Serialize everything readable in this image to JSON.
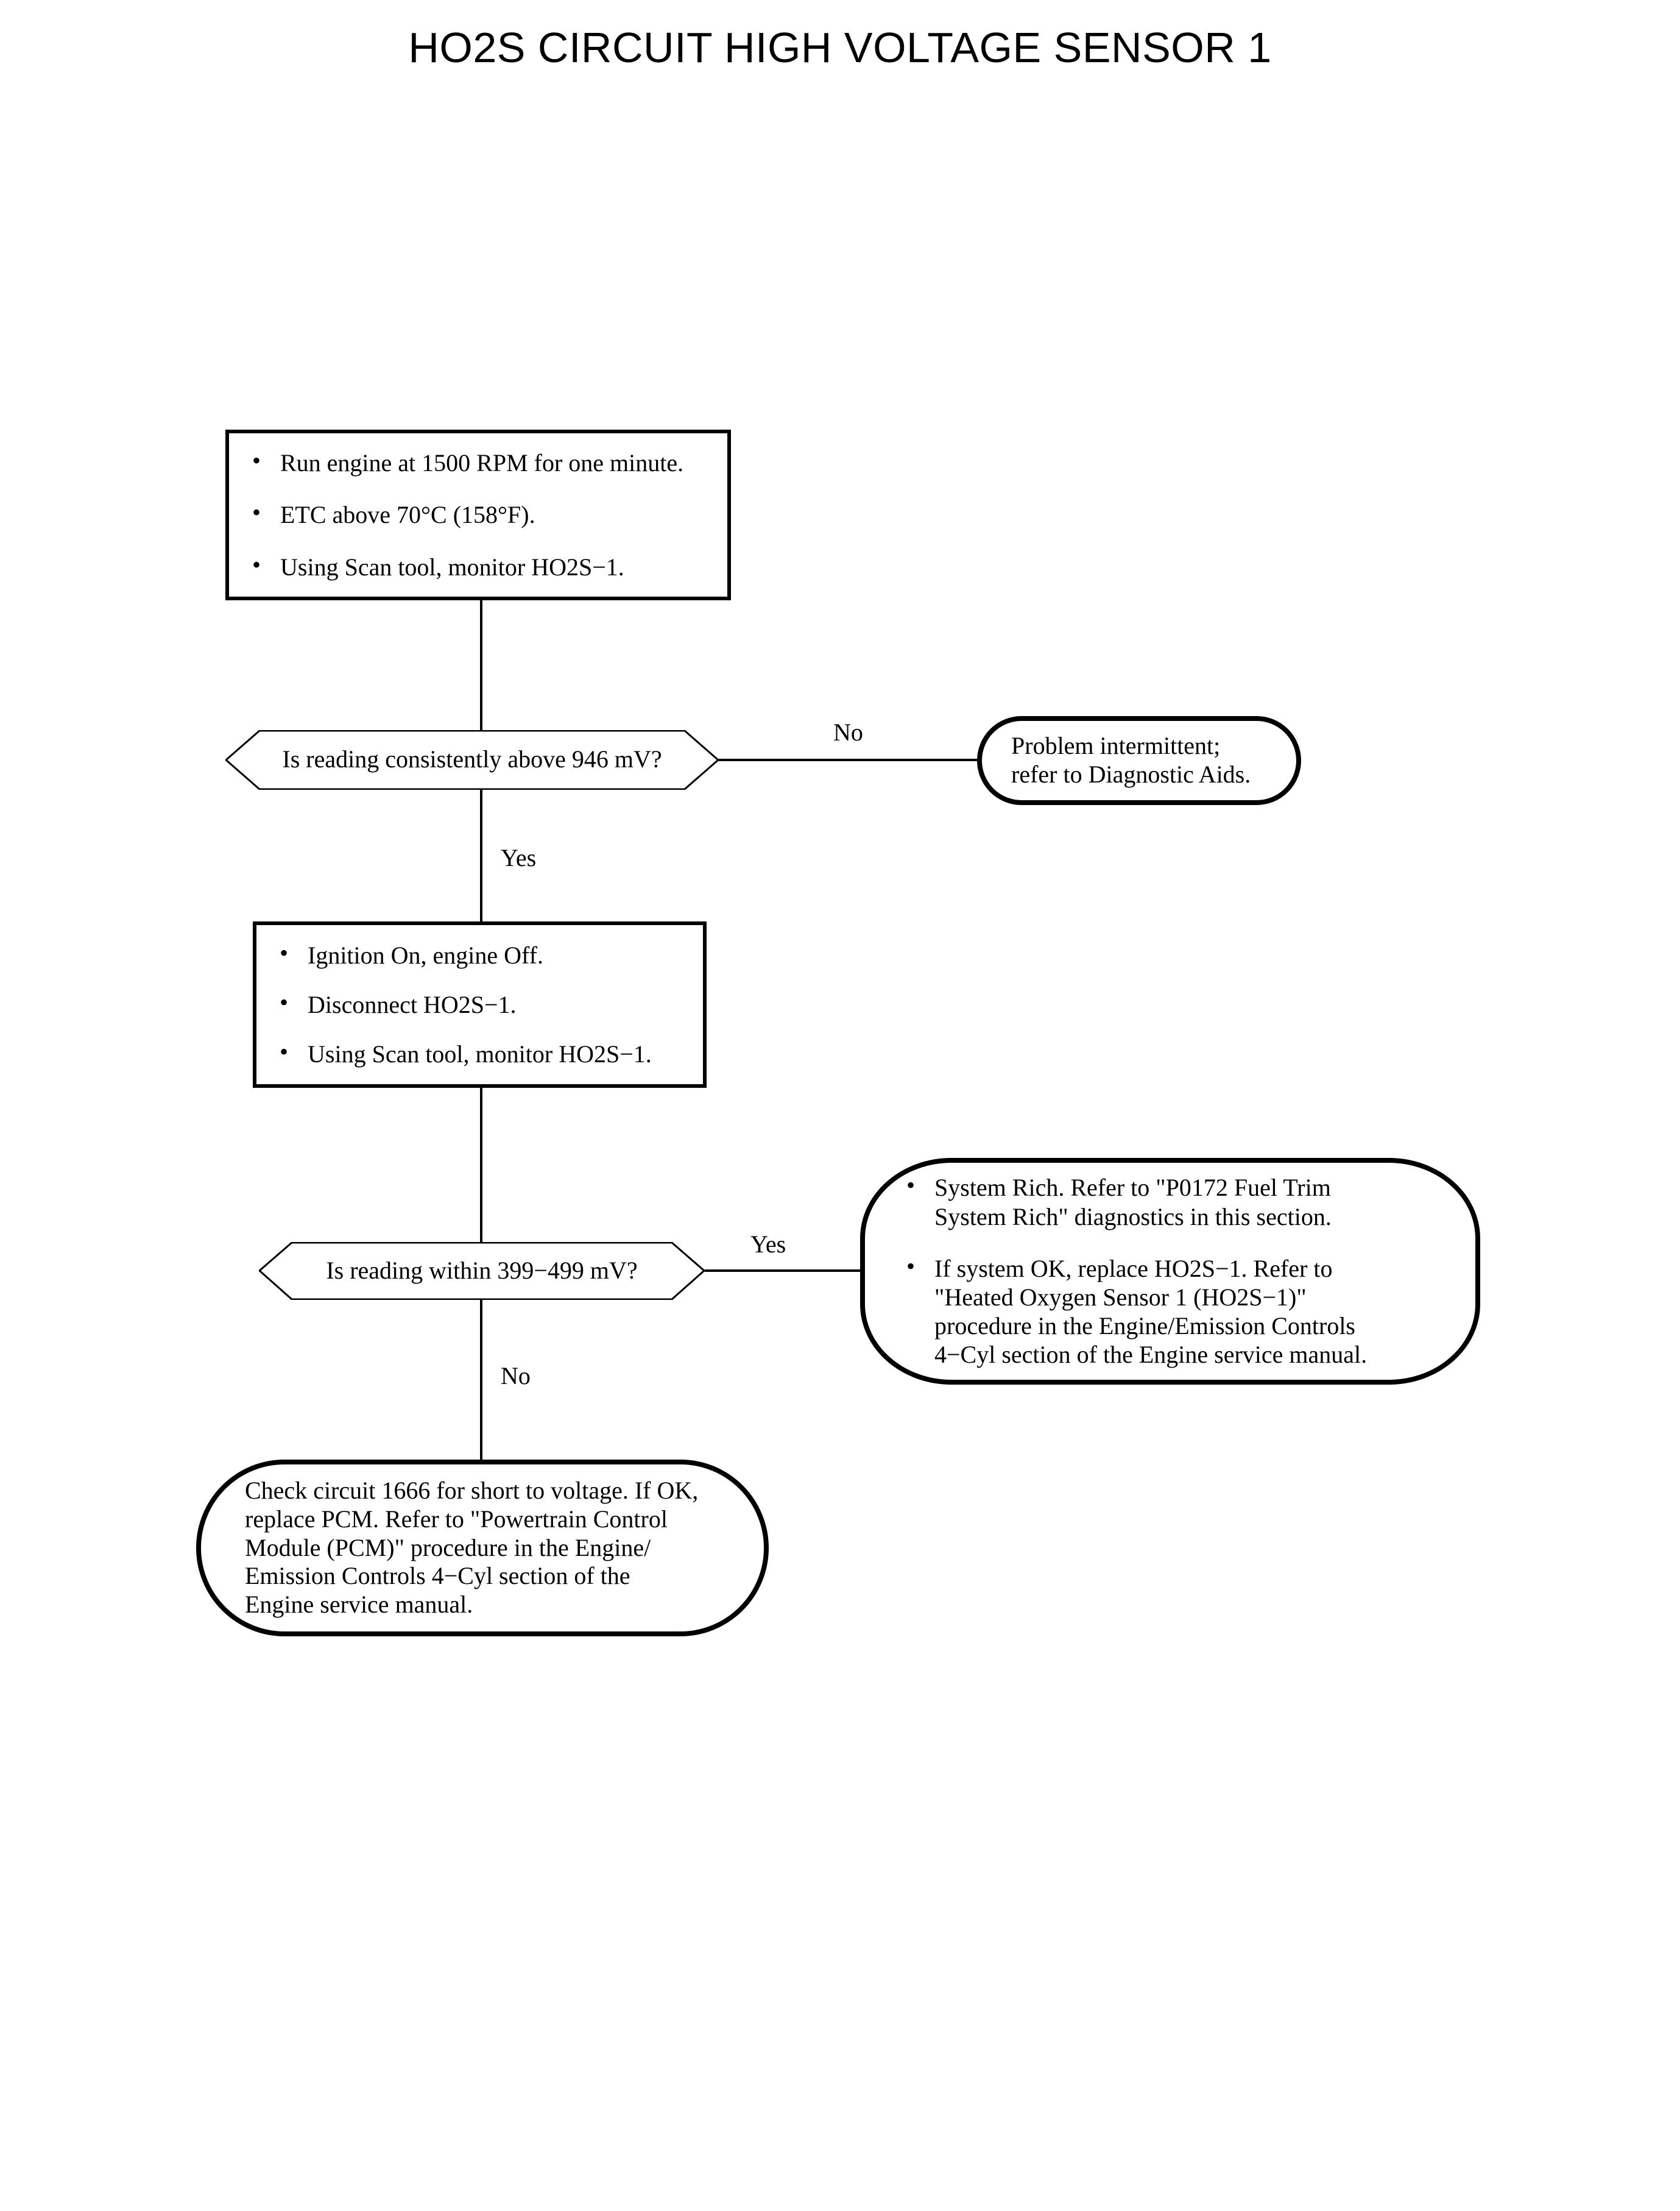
{
  "title": "HO2S CIRCUIT HIGH VOLTAGE SENSOR 1",
  "colors": {
    "ink": "#000000",
    "paper": "#ffffff"
  },
  "nodes": {
    "step1": {
      "type": "process",
      "bullets": [
        "Run engine at 1500 RPM for one minute.",
        "ETC above 70°C (158°F).",
        "Using Scan tool, monitor HO2S−1."
      ]
    },
    "decision1": {
      "type": "decision",
      "text": "Is reading consistently above 946 mV?"
    },
    "intermittent": {
      "type": "terminal",
      "text": "Problem intermittent;\nrefer to Diagnostic Aids."
    },
    "step2": {
      "type": "process",
      "bullets": [
        "Ignition On, engine Off.",
        "Disconnect HO2S−1.",
        "Using Scan tool, monitor HO2S−1."
      ]
    },
    "decision2": {
      "type": "decision",
      "text": "Is reading within 399−499 mV?"
    },
    "system_rich": {
      "type": "terminal",
      "bullets": [
        "System Rich. Refer to \"P0172 Fuel Trim\nSystem Rich\" diagnostics in this section.",
        "If system OK, replace HO2S−1. Refer to\n\"Heated Oxygen Sensor 1 (HO2S−1)\"\nprocedure in the Engine/Emission Controls\n4−Cyl section of the Engine service manual."
      ]
    },
    "check_circuit": {
      "type": "terminal",
      "text": "Check circuit 1666 for short to voltage. If OK,\nreplace PCM. Refer to \"Powertrain Control\nModule (PCM)\" procedure in the Engine/\nEmission Controls 4−Cyl section of the\nEngine service manual."
    }
  },
  "branches": {
    "d1_no": "No",
    "d1_yes": "Yes",
    "d2_yes": "Yes",
    "d2_no": "No"
  }
}
